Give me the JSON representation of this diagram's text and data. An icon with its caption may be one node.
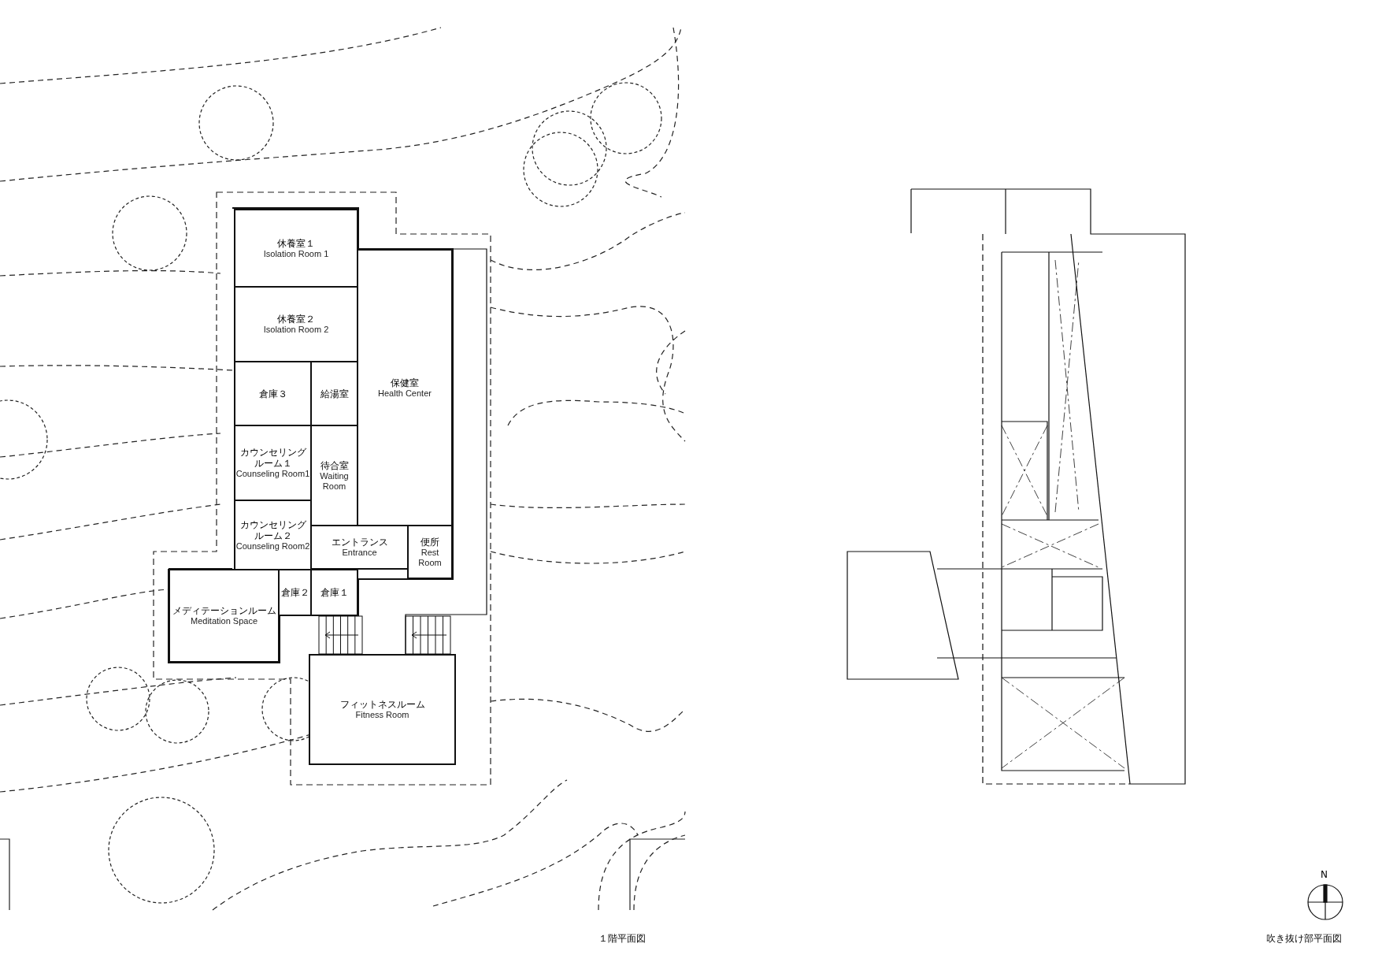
{
  "diagram": {
    "nodes": [
      {
        "text": [
          "休養室１",
          "Isolation Room 1"
        ]
      },
      {
        "text": [
          "休養室２",
          "Isolation Room 2"
        ]
      },
      {
        "text": [
          "倉庫３"
        ]
      },
      {
        "text": [
          "給湯室"
        ]
      },
      {
        "text": [
          "保健室",
          "Health Center"
        ]
      },
      {
        "text": [
          "カウンセリングルーム１",
          "Counseling Room1"
        ]
      },
      {
        "text": [
          "待合室",
          "Waiting Room"
        ]
      },
      {
        "text": [
          "カウンセリングルーム２",
          "Counseling Room2"
        ]
      },
      {
        "text": [
          "エントランス",
          "Entrance"
        ]
      },
      {
        "text": [
          "便所",
          "Rest Room"
        ]
      },
      {
        "text": [
          "メディテーションルーム",
          "Meditation Space"
        ]
      },
      {
        "text": [
          "倉庫２"
        ]
      },
      {
        "text": [
          "倉庫１"
        ]
      },
      {
        "text": [
          "フィットネスルーム",
          "Fitness Room"
        ]
      }
    ],
    "labels": [
      "N",
      "１階平面図",
      "吹き抜け部平面図"
    ]
  }
}
